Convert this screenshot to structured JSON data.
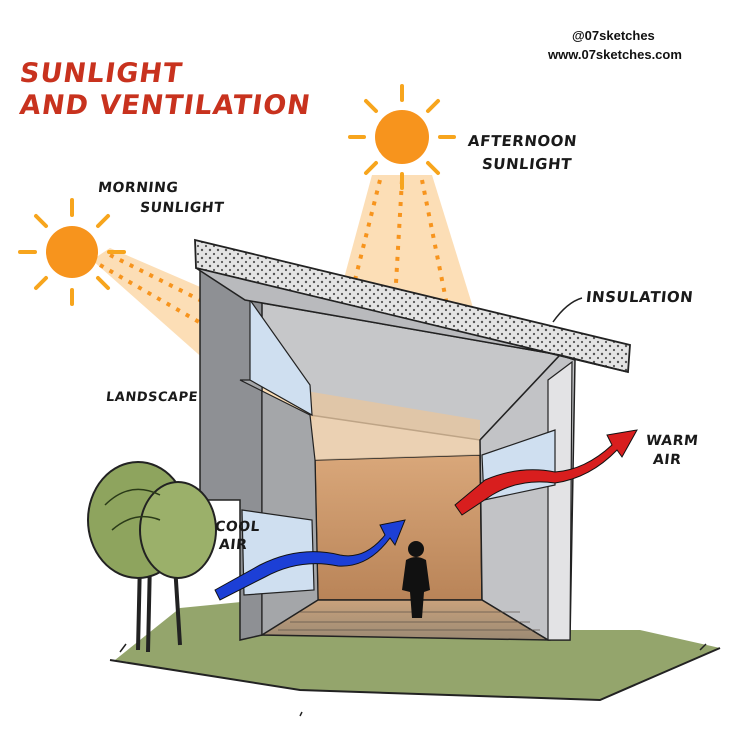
{
  "credits": {
    "handle": "@07sketches",
    "website": "www.07sketches.com"
  },
  "title": {
    "line1": "SUNLIGHT",
    "line2": "AND VENTILATION"
  },
  "labels": {
    "morning_line1": "MORNING",
    "morning_line2": "SUNLIGHT",
    "afternoon_line1": "AFTERNOON",
    "afternoon_line2": "SUNLIGHT",
    "insulation": "INSULATION",
    "landscape": "LANDSCAPE",
    "cool_line1": "COOL",
    "cool_line2": "AIR",
    "warm_line1": "WARM",
    "warm_line2": "AIR"
  },
  "colors": {
    "title_red": "#c8321e",
    "sun_orange": "#f7941d",
    "sun_ray": "#f7a51d",
    "light_beam": "#f9c27a",
    "roof_grey": "#b9babd",
    "wall_grey": "#8e9094",
    "interior_tan": "#c89468",
    "glass_blue": "#cfdff0",
    "cool_air_blue": "#1c3fd6",
    "warm_air_red": "#d81e1e",
    "grass_green": "#8ea064",
    "tree_green": "#8ea45e",
    "insulation_grey": "#d6d6d6"
  },
  "icons": {
    "morning_sun": "sun-icon",
    "afternoon_sun": "sun-icon",
    "person": "person-silhouette-icon",
    "tree": "tree-icon",
    "cool_air": "arrow-right-icon",
    "warm_air": "arrow-right-icon"
  }
}
